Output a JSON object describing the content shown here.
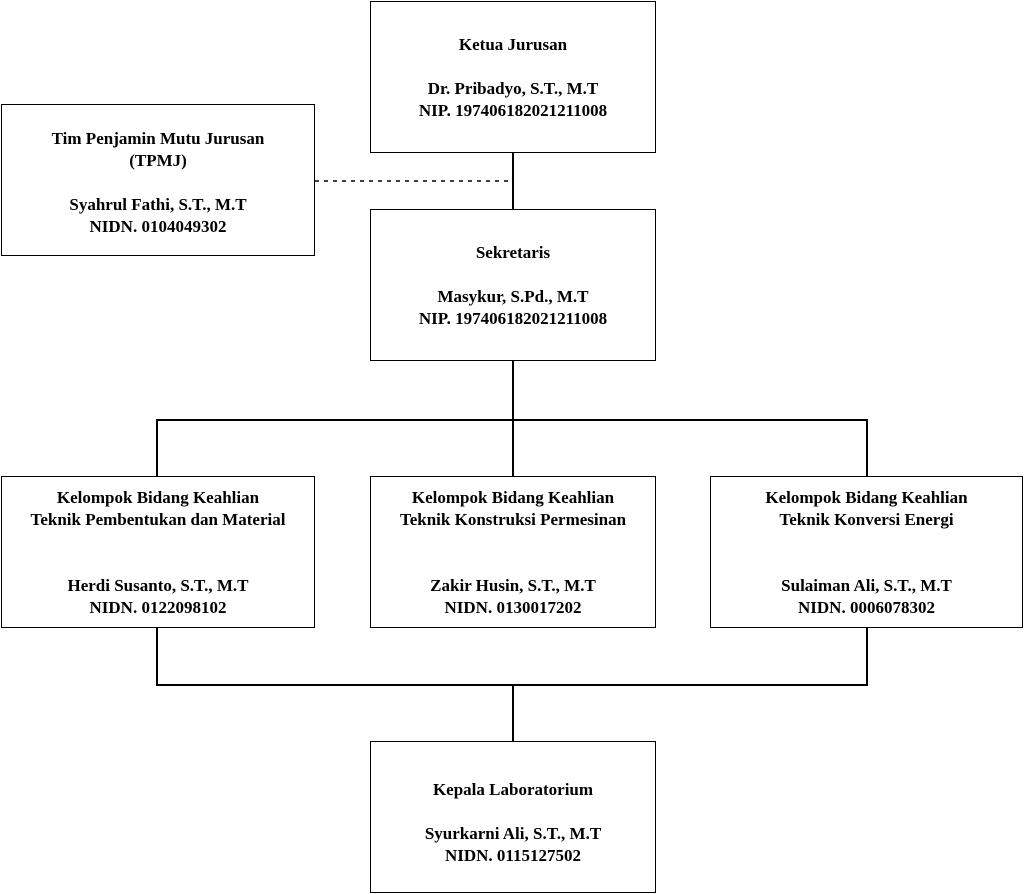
{
  "colors": {
    "line": "#000000",
    "box_fill": "#ffffff",
    "text": "#000000"
  },
  "nodes": {
    "ketua": {
      "title": "Ketua Jurusan",
      "name": "Dr. Pribadyo, S.T., M.T",
      "id": "NIP. 197406182021211008"
    },
    "tpmj": {
      "title_line1": "Tim Penjamin Mutu Jurusan",
      "title_line2": "(TPMJ)",
      "name": "Syahrul Fathi, S.T., M.T",
      "id": "NIDN. 0104049302"
    },
    "sekretaris": {
      "title": "Sekretaris",
      "name": "Masykur, S.Pd., M.T",
      "id": "NIP. 197406182021211008"
    },
    "kbk_material": {
      "title_line1": "Kelompok Bidang Keahlian",
      "title_line2": "Teknik Pembentukan dan Material",
      "name": "Herdi Susanto, S.T., M.T",
      "id": "NIDN. 0122098102"
    },
    "kbk_konstruksi": {
      "title_line1": "Kelompok Bidang Keahlian",
      "title_line2": "Teknik Konstruksi Permesinan",
      "name": "Zakir Husin, S.T., M.T",
      "id": "NIDN. 0130017202"
    },
    "kbk_energi": {
      "title_line1": "Kelompok Bidang Keahlian",
      "title_line2": "Teknik Konversi Energi",
      "name": "Sulaiman Ali, S.T., M.T",
      "id": "NIDN. 0006078302"
    },
    "kalab": {
      "title": "Kepala Laboratorium",
      "name": "Syurkarni Ali, S.T., M.T",
      "id": "NIDN. 0115127502"
    }
  }
}
